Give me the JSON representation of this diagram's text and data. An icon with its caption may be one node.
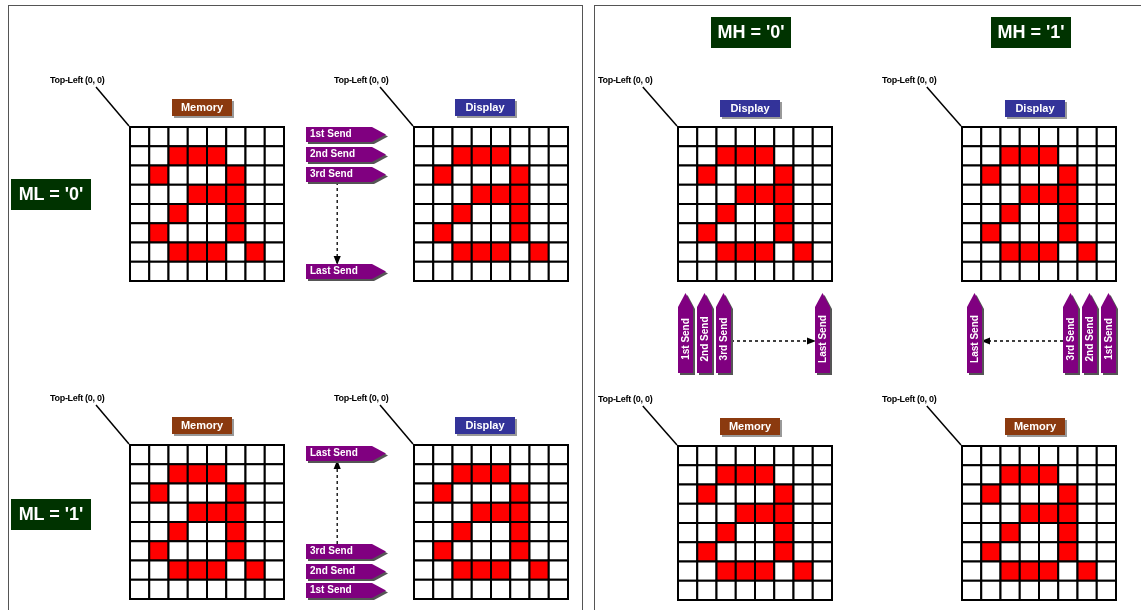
{
  "diagram": {
    "nodes": [
      {
        "text": [
          "Top-Left (0, 0)"
        ]
      },
      {
        "text": [],
        "shape": "picture"
      },
      {
        "text": [
          "Memory"
        ]
      },
      {
        "text": [
          "Top-Left (0, 0)"
        ]
      },
      {
        "text": [],
        "shape": "picture"
      },
      {
        "text": [
          "Display"
        ]
      },
      {
        "text": [
          "ML = '0'"
        ]
      },
      {
        "text": [
          "1st Send"
        ]
      },
      {
        "text": [
          "2nd Send"
        ]
      },
      {
        "text": [
          "3rd Send"
        ]
      },
      {
        "text": [
          "Last Send"
        ]
      },
      {
        "text": [
          "Top-Left (0, 0)"
        ]
      },
      {
        "text": [],
        "shape": "picture"
      },
      {
        "text": [
          "Memory"
        ]
      },
      {
        "text": [
          "Top-Left (0, 0)"
        ]
      },
      {
        "text": [],
        "shape": "picture"
      },
      {
        "text": [
          "Display"
        ]
      },
      {
        "text": [
          "ML = '1'"
        ]
      },
      {
        "text": [
          "Last Send"
        ]
      },
      {
        "text": [
          "3rd Send"
        ]
      },
      {
        "text": [
          "2nd Send"
        ]
      },
      {
        "text": [
          "1st Send"
        ]
      },
      {
        "text": [
          "MH = '0'"
        ]
      },
      {
        "text": [
          "MH = '1'"
        ]
      },
      {
        "text": [
          "Top-Left (0, 0)"
        ]
      },
      {
        "text": [],
        "shape": "picture"
      },
      {
        "text": [
          "Display"
        ]
      },
      {
        "text": [
          "Top-Left (0, 0)"
        ]
      },
      {
        "text": [],
        "shape": "picture"
      },
      {
        "text": [
          "Display"
        ]
      },
      {
        "text": [
          "1st Send"
        ]
      },
      {
        "text": [
          "2nd Send"
        ]
      },
      {
        "text": [
          "3rd Send"
        ]
      },
      {
        "text": [
          "Last Send"
        ]
      },
      {
        "text": [
          "Last Send"
        ]
      },
      {
        "text": [
          "3rd Send"
        ]
      },
      {
        "text": [
          "2nd Send"
        ]
      },
      {
        "text": [
          "1st Send"
        ]
      },
      {
        "text": [
          "Top-Left (0, 0)"
        ]
      },
      {
        "text": [],
        "shape": "picture"
      },
      {
        "text": [
          "Memory"
        ]
      },
      {
        "text": [
          "Top-Left (0, 0)"
        ]
      },
      {
        "text": [],
        "shape": "picture"
      },
      {
        "text": [
          "Memory"
        ]
      }
    ],
    "edges": [
      {
        "from": 0,
        "to": 1,
        "arrow": "none"
      },
      {
        "from": 3,
        "to": 4,
        "arrow": "none"
      },
      {
        "from": 9,
        "to": 10,
        "arrow": "to",
        "style": "dashed"
      },
      {
        "from": 11,
        "to": 12,
        "arrow": "none"
      },
      {
        "from": 14,
        "to": 15,
        "arrow": "none"
      },
      {
        "from": 19,
        "to": 18,
        "arrow": "to",
        "style": "dashed"
      },
      {
        "from": 24,
        "to": 25,
        "arrow": "none"
      },
      {
        "from": 27,
        "to": 28,
        "arrow": "none"
      },
      {
        "from": 32,
        "to": 33,
        "arrow": "to",
        "style": "dashed"
      },
      {
        "from": 35,
        "to": 34,
        "arrow": "to",
        "style": "dashed"
      },
      {
        "from": 38,
        "to": 39,
        "arrow": "none"
      },
      {
        "from": 41,
        "to": 42,
        "arrow": "none"
      }
    ]
  }
}
